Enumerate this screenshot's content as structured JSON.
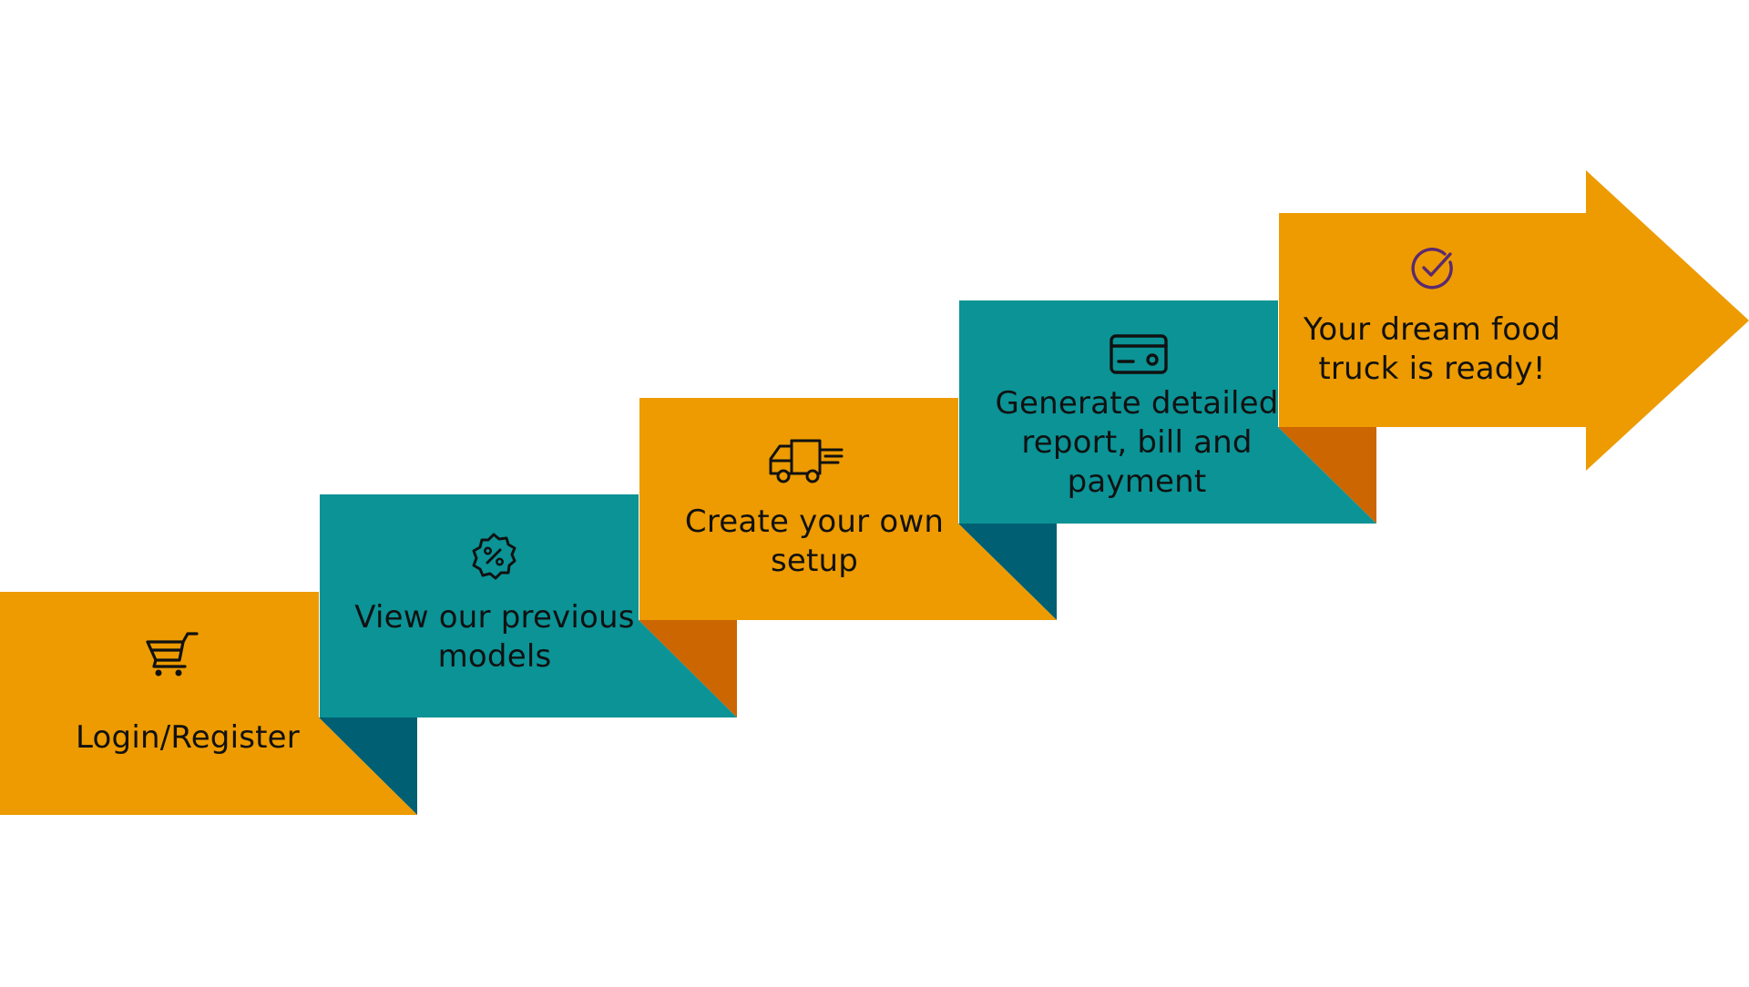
{
  "colors": {
    "orange": "#ED9B00",
    "teal": "#0B9396",
    "fold_orange": "#CC6600",
    "fold_teal": "#005F73",
    "text": "#111111",
    "check_icon": "#5B2A6E"
  },
  "steps": [
    {
      "label": "Login/Register",
      "icon": "cart-icon",
      "color": "orange",
      "fold": "fold_teal"
    },
    {
      "label": "View our previous\nmodels",
      "icon": "percent-badge-icon",
      "color": "teal",
      "fold": "fold_orange"
    },
    {
      "label": "Create your own\nsetup",
      "icon": "truck-icon",
      "color": "orange",
      "fold": "fold_teal"
    },
    {
      "label": "Generate detailed\nreport, bill and\npayment",
      "icon": "card-icon",
      "color": "teal",
      "fold": "fold_orange"
    },
    {
      "label": "Your dream food\ntruck is ready!",
      "icon": "check-circle-icon",
      "color": "orange"
    }
  ]
}
